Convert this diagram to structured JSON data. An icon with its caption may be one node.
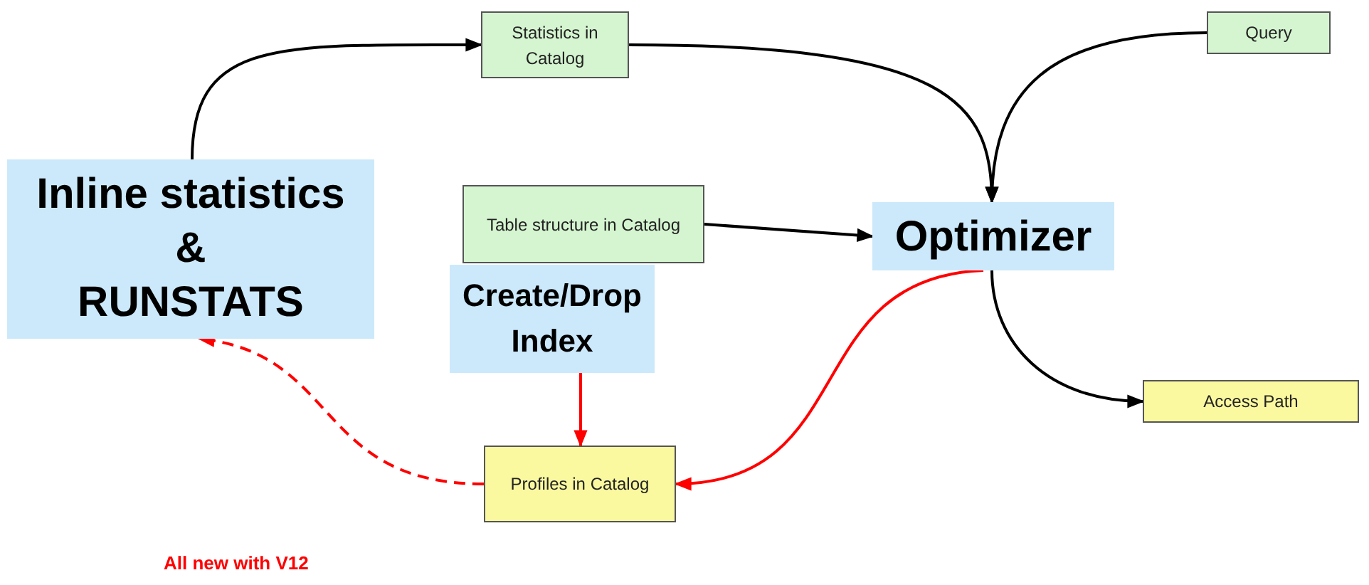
{
  "diagram": {
    "nodes": [
      {
        "text": [
          "Inline statistics",
          "&",
          "RUNSTATS"
        ]
      },
      {
        "text": [
          "Statistics in Catalog"
        ]
      },
      {
        "text": [
          "Query"
        ]
      },
      {
        "text": [
          "Table structure in Catalog"
        ]
      },
      {
        "text": [
          "Create/Drop Index"
        ]
      },
      {
        "text": [
          "Optimizer"
        ]
      },
      {
        "text": [
          "Access Path"
        ]
      },
      {
        "text": [
          "Profiles in Catalog"
        ]
      }
    ],
    "edges": [
      {
        "from": 0,
        "to": 1,
        "arrow": "to"
      },
      {
        "from": 1,
        "to": 5,
        "arrow": "to"
      },
      {
        "from": 2,
        "to": 5,
        "arrow": "to"
      },
      {
        "from": 3,
        "to": 5,
        "arrow": "to"
      },
      {
        "from": 5,
        "to": 6,
        "arrow": "to"
      },
      {
        "from": 5,
        "to": 7,
        "arrow": "to",
        "color": "#ff0000"
      },
      {
        "from": 4,
        "to": 7,
        "arrow": "to",
        "color": "#ff0000"
      },
      {
        "from": 7,
        "to": 0,
        "arrow": "to",
        "style": "dashed",
        "color": "#ff0000"
      }
    ],
    "labels": [
      "All new with V12"
    ]
  }
}
